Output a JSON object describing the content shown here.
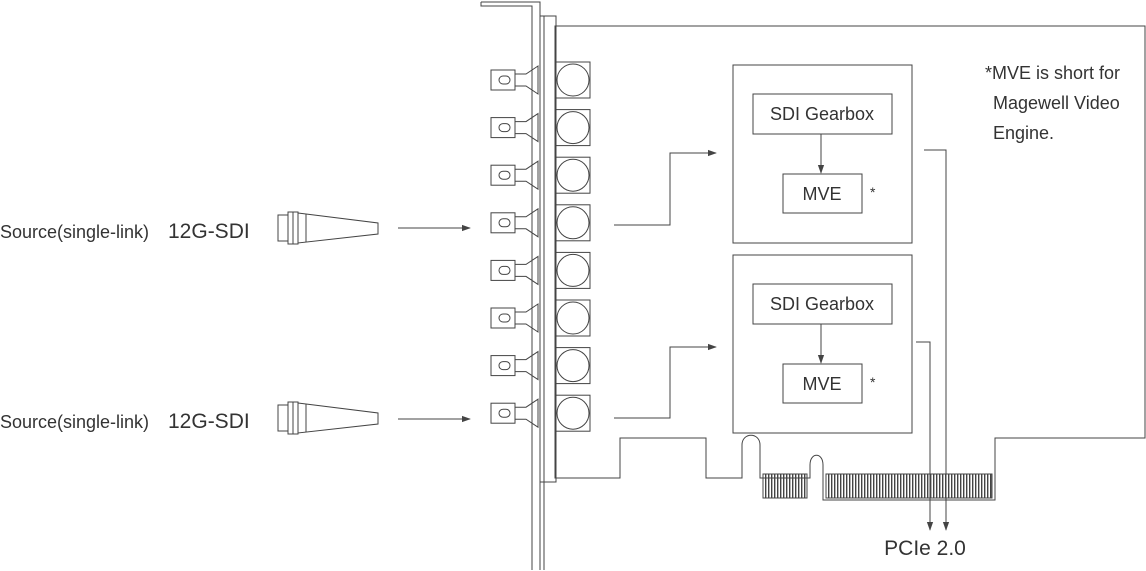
{
  "sources": [
    {
      "label": "Source(single-link)",
      "signal": "12G-SDI"
    },
    {
      "label": "Source(single-link)",
      "signal": "12G-SDI"
    }
  ],
  "engines": [
    {
      "gearbox": "SDI Gearbox",
      "mve": "MVE",
      "mark": "*"
    },
    {
      "gearbox": "SDI Gearbox",
      "mve": "MVE",
      "mark": "*"
    }
  ],
  "note": {
    "line1": "*MVE is short for",
    "line2": "Magewell Video",
    "line3": "Engine."
  },
  "bus": {
    "label": "PCIe 2.0"
  },
  "connectors": {
    "count": 8
  }
}
